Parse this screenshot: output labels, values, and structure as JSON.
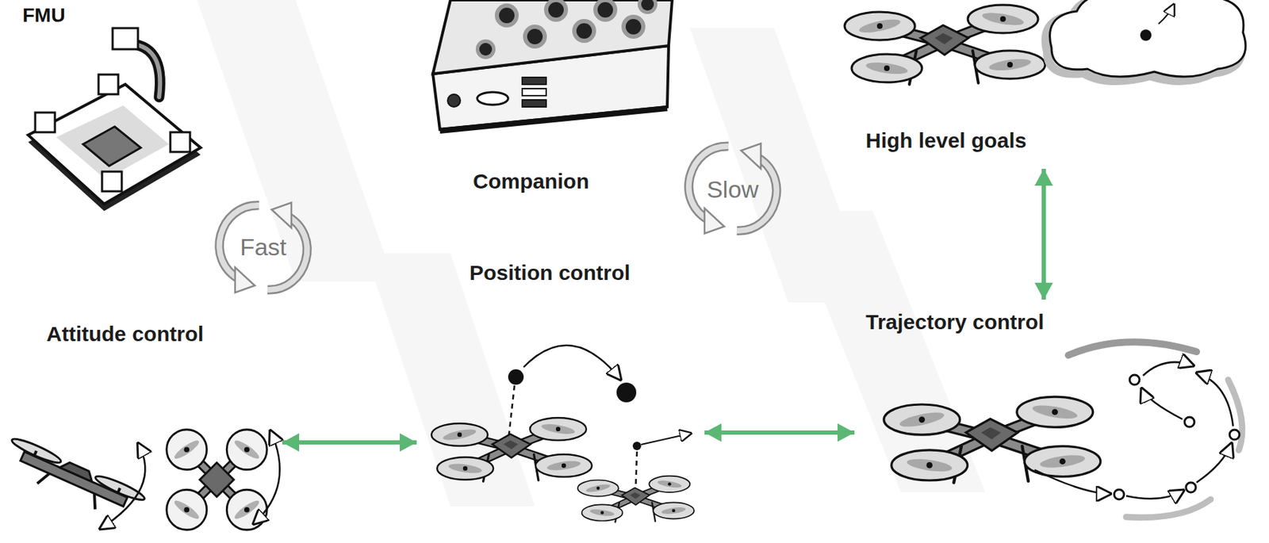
{
  "diagram": {
    "nodes": [
      {
        "text": [
          "High level goals"
        ]
      },
      {
        "text": [
          "Position control"
        ]
      },
      {
        "text": [
          "Attitude control"
        ]
      },
      {
        "text": [
          "Trajectory control"
        ]
      }
    ],
    "edges": [
      {
        "from": 0,
        "to": 3,
        "arrow": "both"
      },
      {
        "from": 2,
        "to": 1,
        "arrow": "both"
      },
      {
        "from": 1,
        "to": 3,
        "arrow": "both"
      }
    ],
    "labels": [
      "FMU",
      "Companion",
      "Slow",
      "Fast"
    ]
  }
}
